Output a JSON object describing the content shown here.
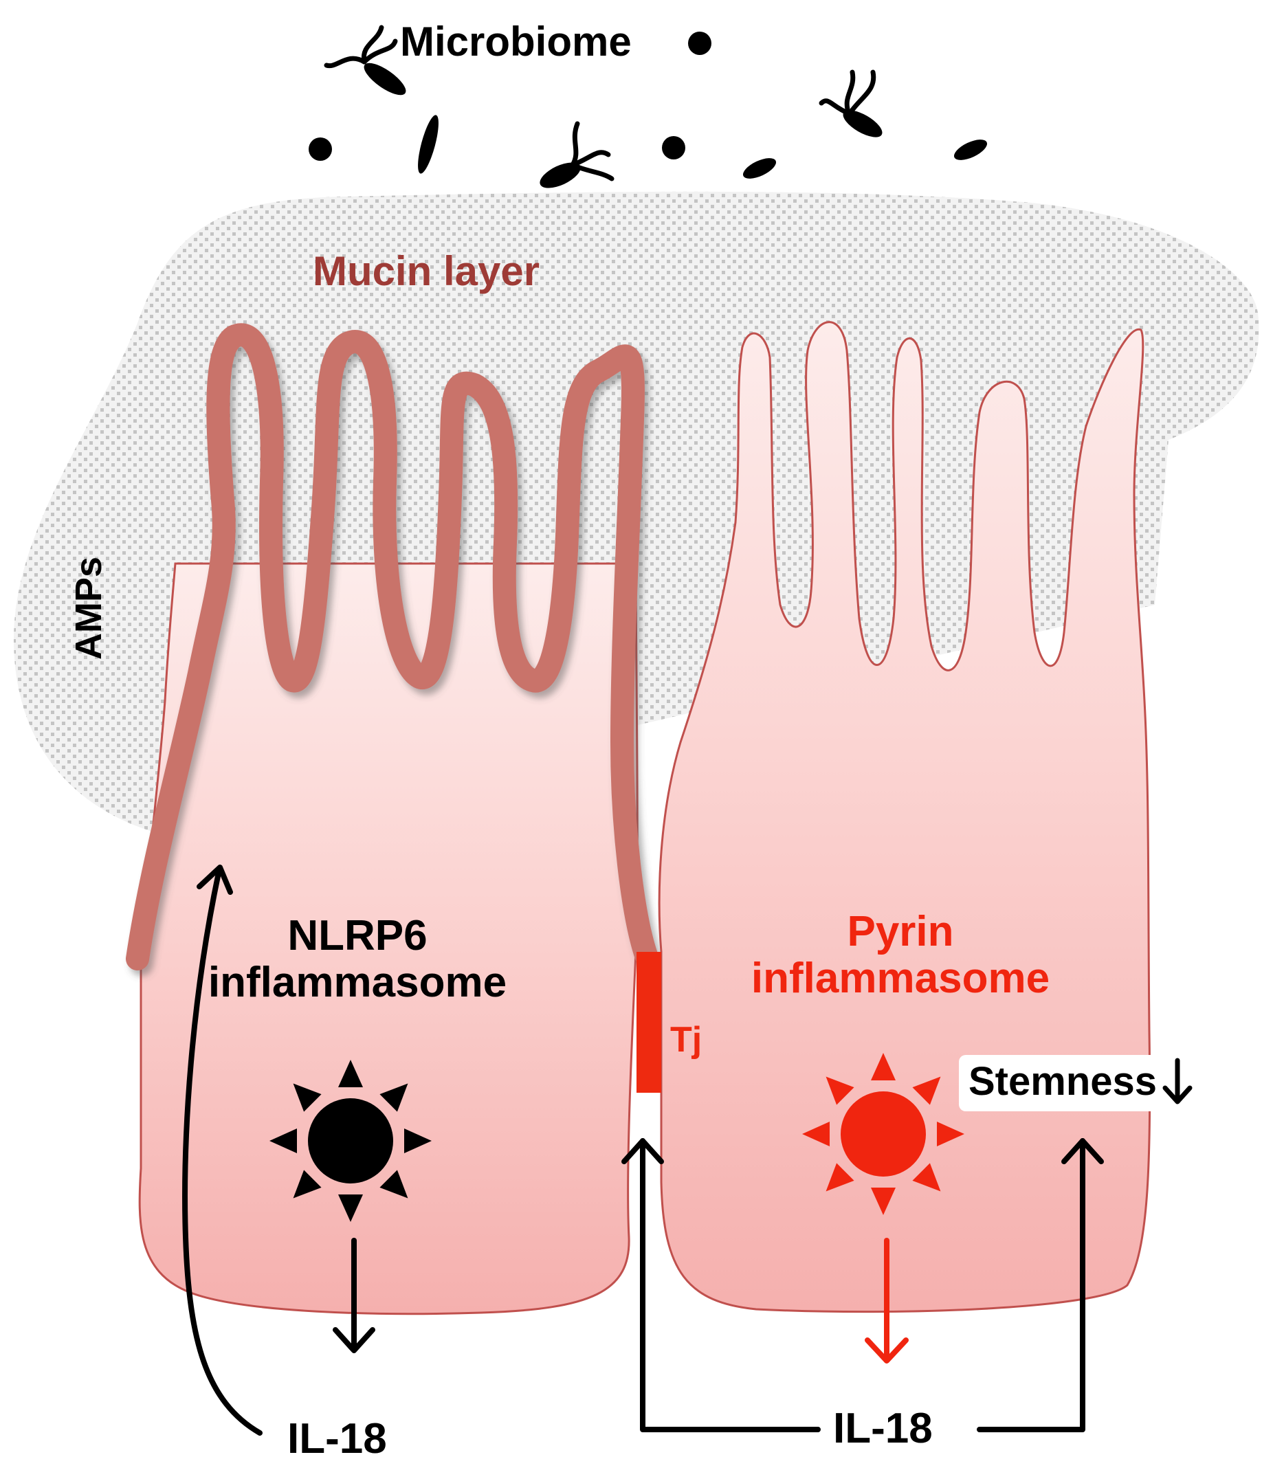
{
  "labels": {
    "microbiome": "Microbiome",
    "mucin_layer": "Mucin layer",
    "amps": "AMPs",
    "nlrp6_line1": "NLRP6",
    "nlrp6_line2": "inflammasome",
    "pyrin_line1": "Pyrin",
    "pyrin_line2": "inflammasome",
    "tight_junction": "Tj",
    "stemness": "Stemness",
    "il18_left": "IL-18",
    "il18_right": "IL-18"
  },
  "icons": {
    "stemness_arrow": "down-arrow-icon",
    "left_inflammasome": "sun-icon",
    "right_inflammasome": "sun-icon"
  },
  "colors": {
    "background": "#ffffff",
    "mucus_dots": "#c8c8c8",
    "cell_top": "#fde8e7",
    "cell_bottom": "#f6b4b2",
    "cell_outline": "#c0504d",
    "mucin_strand": "#c9736a",
    "mucin_text": "#9e3b36",
    "pyrin_red": "#f0250f",
    "tj_red": "#ee2a10",
    "black": "#000000"
  }
}
